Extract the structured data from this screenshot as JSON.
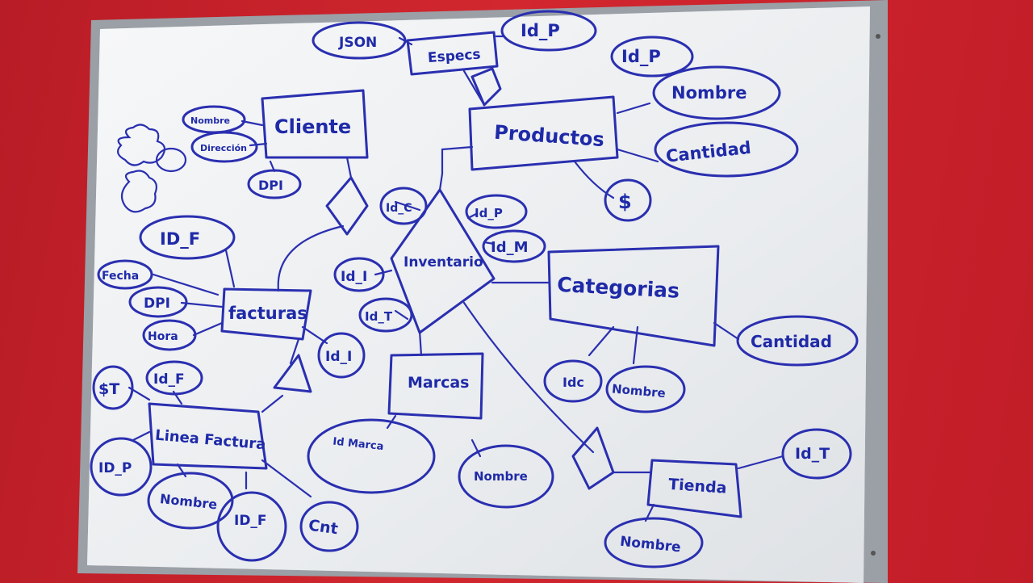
{
  "entities": {
    "especs": "Especs",
    "productos": "Productos",
    "cliente": "Cliente",
    "inventario": "Inventario",
    "categorias": "Categorias",
    "facturas": "facturas",
    "marcas": "Marcas",
    "linea_factura": "Linea Factura",
    "tienda": "Tienda"
  },
  "attributes": {
    "json": "JSON",
    "id_p_top": "Id_P",
    "id_p_right": "Id_P",
    "nombre_prod": "Nombre",
    "cantidad_prod": "Cantidad",
    "dollar": "$",
    "nombre_cli": "Nombre",
    "direccion_cli": "Dirección",
    "dpi_cli": "DPI",
    "id_c": "Id_C",
    "id_p_inv": "Id_P",
    "id_m": "Id_M",
    "id_i": "Id_I",
    "id_t_inv": "Id_T",
    "id_f": "ID_F",
    "fecha": "Fecha",
    "dpi_fac": "DPI",
    "hora": "Hora",
    "id_i_fac": "Id_I",
    "st": "$T",
    "id_f_line": "Id_F",
    "id_p_line": "ID_P",
    "nombre_line": "Nombre",
    "id_f2": "ID_F",
    "cnt": "Cnt",
    "id_marca": "Id Marca",
    "nombre_marca": "Nombre",
    "idc": "Idc",
    "nombre_cat": "Nombre",
    "cantidad_cat": "Cantidad",
    "id_t": "Id_T",
    "nombre_tienda": "Nombre"
  }
}
